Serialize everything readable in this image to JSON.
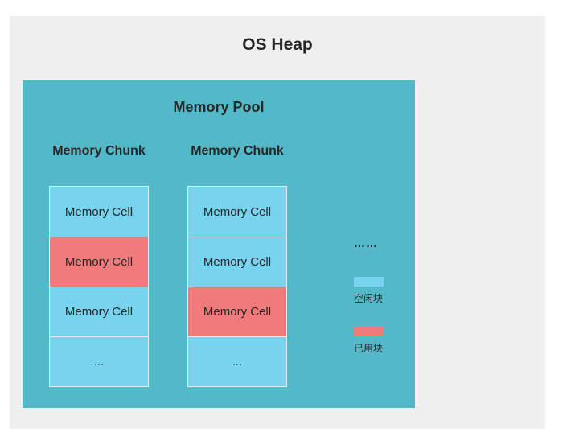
{
  "os_heap": {
    "title": "OS Heap"
  },
  "pool": {
    "title": "Memory Pool",
    "chunks": [
      {
        "title": "Memory Chunk",
        "cells": [
          {
            "label": "Memory Cell",
            "status": "free"
          },
          {
            "label": "Memory Cell",
            "status": "used"
          },
          {
            "label": "Memory Cell",
            "status": "free"
          },
          {
            "label": "...",
            "status": "free"
          }
        ]
      },
      {
        "title": "Memory Chunk",
        "cells": [
          {
            "label": "Memory Cell",
            "status": "free"
          },
          {
            "label": "Memory Cell",
            "status": "free"
          },
          {
            "label": "Memory Cell",
            "status": "used"
          },
          {
            "label": "...",
            "status": "free"
          }
        ]
      }
    ],
    "more": "……"
  },
  "legend": [
    {
      "label": "空闲块",
      "color": "#78d3ef"
    },
    {
      "label": "已用块",
      "color": "#f07b7b"
    }
  ],
  "colors": {
    "os_heap_bg": "#efefef",
    "pool_bg": "#53b9c9",
    "free": "#78d3ef",
    "used": "#f07b7b"
  }
}
